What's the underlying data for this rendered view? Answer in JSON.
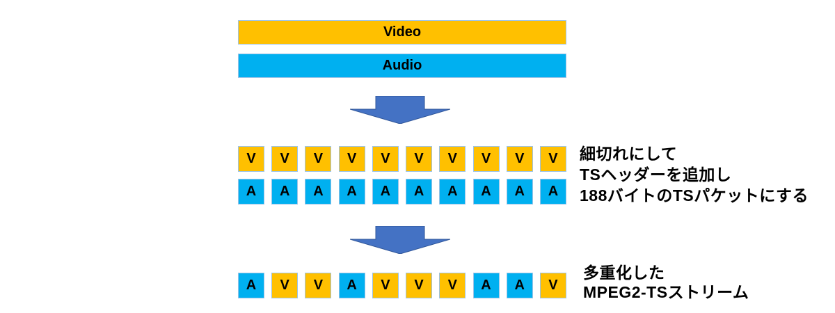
{
  "colors": {
    "background": "#FFFFFF",
    "video_fill": "#FFC000",
    "audio_fill": "#00B0F0",
    "box_border": "#9DC3E6",
    "arrow_fill": "#4472C4",
    "arrow_border": "#2F5597",
    "text": "#000000"
  },
  "source_bars": {
    "video_label": "Video",
    "audio_label": "Audio"
  },
  "packetized": {
    "video_row": [
      "V",
      "V",
      "V",
      "V",
      "V",
      "V",
      "V",
      "V",
      "V",
      "V"
    ],
    "audio_row": [
      "A",
      "A",
      "A",
      "A",
      "A",
      "A",
      "A",
      "A",
      "A",
      "A"
    ],
    "caption_lines": [
      "細切れにして",
      "TSヘッダーを追加し",
      "188バイトのTSパケットにする"
    ]
  },
  "multiplexed": {
    "stream": [
      "A",
      "V",
      "V",
      "A",
      "V",
      "V",
      "V",
      "A",
      "A",
      "V"
    ],
    "caption_lines": [
      "多重化した",
      "MPEG2-TSストリーム"
    ]
  }
}
